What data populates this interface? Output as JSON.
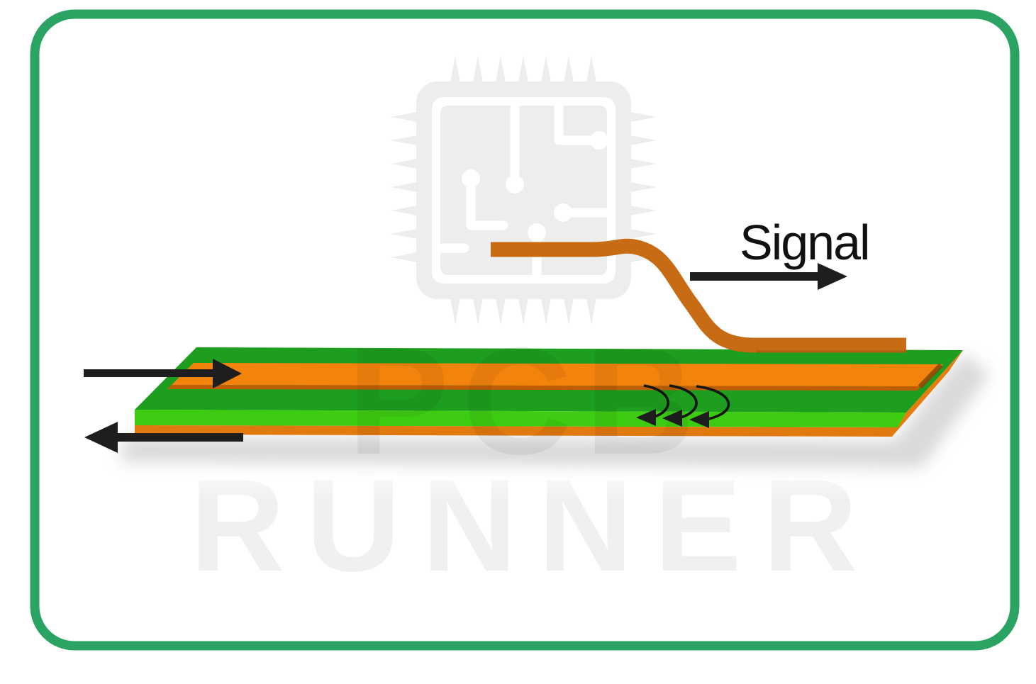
{
  "frame": {
    "border_color": "#2AA363",
    "background": "#FFFFFF"
  },
  "watermark": {
    "chip_icon": "microchip-icon",
    "brand_top": "PCB",
    "brand_bottom": "RUNNER",
    "chip_gray": "#EDEDED",
    "brand_bottom_gray": "#F0F0F0",
    "brand_top_tint": "rgba(0,0,0,0.055)"
  },
  "diagram": {
    "signal_label": "Signal",
    "colors": {
      "board_top_green": "#1E9E1E",
      "board_side_green": "#3DCC12",
      "bottom_copper_orange": "#E0790E",
      "right_bevel_orange": "#E67D0E",
      "trace_orange": "#F2830D",
      "trace_edge_dark": "#BE5E08",
      "trace_end_shadow": "#8A4A08",
      "signal_wire_orange": "#C76C15",
      "ink_black": "#1E1E1E"
    }
  }
}
